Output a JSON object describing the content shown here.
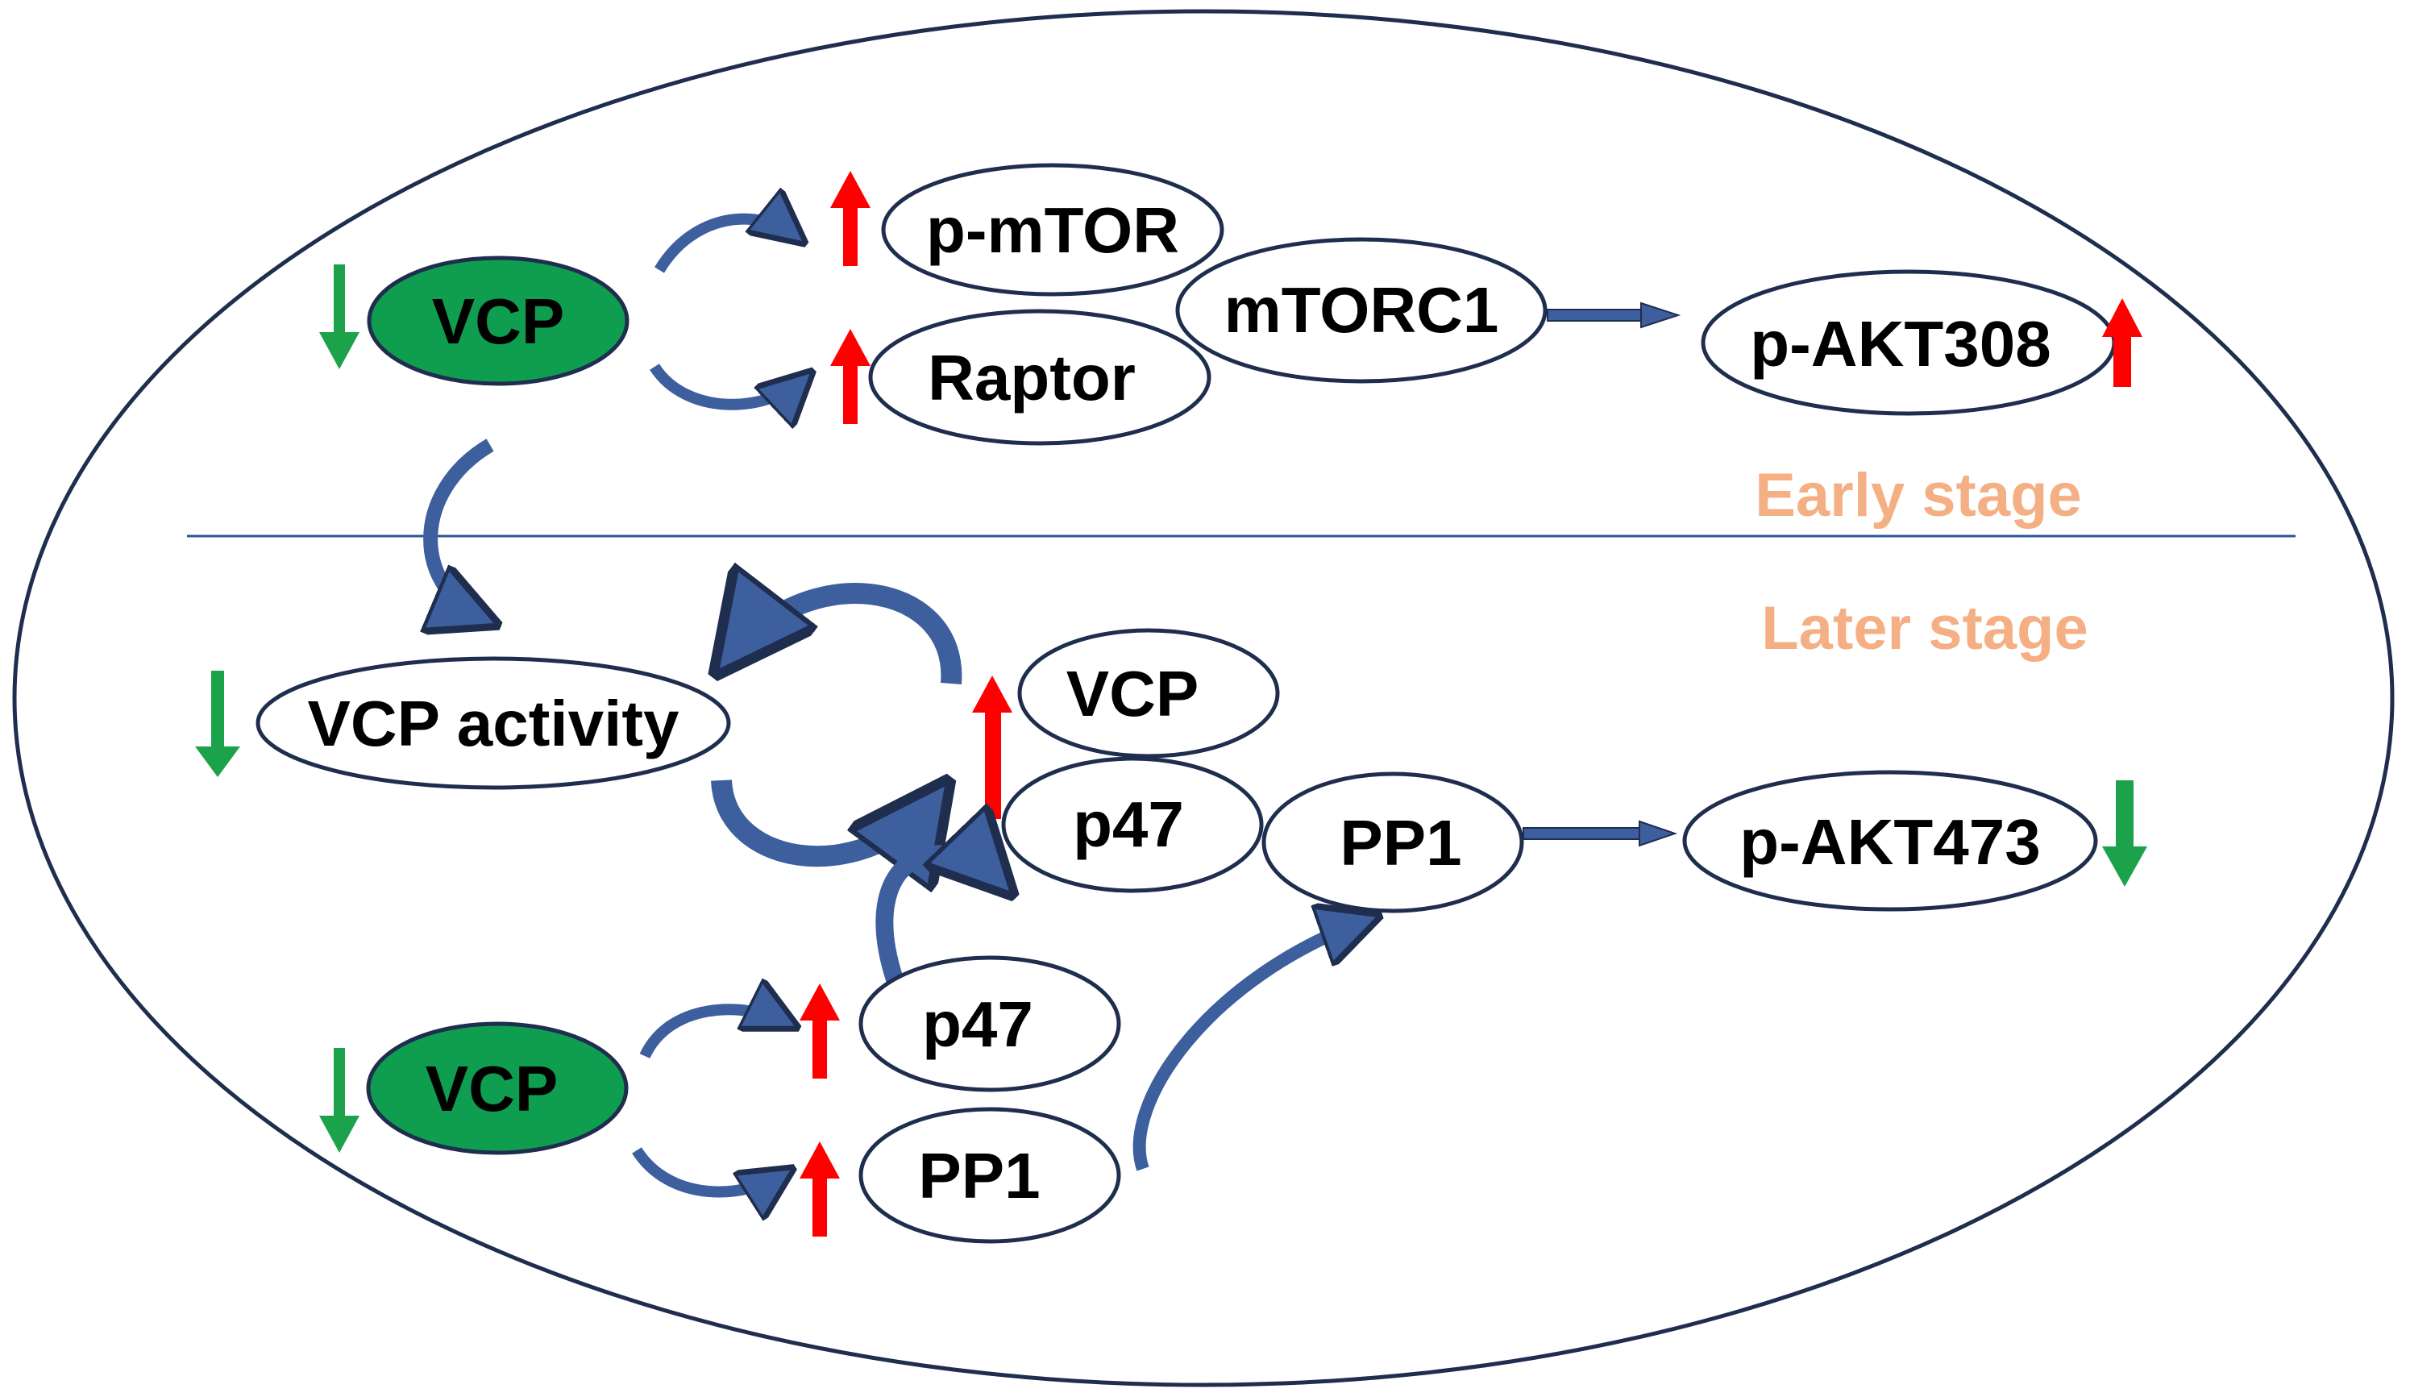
{
  "colors": {
    "outline": "#1f2d4e",
    "arrow_fill": "#3d5f9e",
    "arrow_stroke": "#1f2d4e",
    "up_arrow": "#ff0000",
    "down_arrow": "#1ca24a",
    "vcp_fill": "#0f9d4f",
    "stage_label": "#f4b084",
    "divider": "#2e5597"
  },
  "early": {
    "vcp": "VCP",
    "p_mtor": "p-mTOR",
    "raptor": "Raptor",
    "mtorc1": "mTORC1",
    "p_akt308": "p-AKT308",
    "stage_label": "Early stage"
  },
  "later": {
    "stage_label": "Later stage",
    "vcp_activity": "VCP activity",
    "vcp_complex": "VCP",
    "p47_complex": "p47",
    "pp1_complex": "PP1",
    "p_akt473": "p-AKT473",
    "vcp": "VCP",
    "p47": "p47",
    "pp1": "PP1"
  }
}
